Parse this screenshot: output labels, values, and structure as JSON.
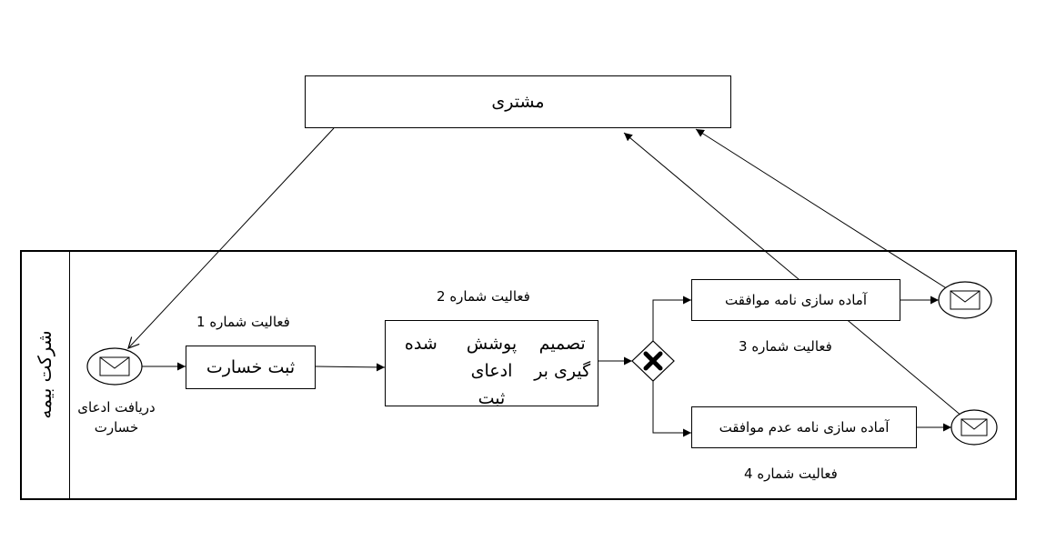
{
  "participants": {
    "customer": "مشتری",
    "insurance_company": "شرکت بیمه"
  },
  "start_event": {
    "label": "دریافت ادعای خسارت",
    "icon": "envelope-icon"
  },
  "tasks": [
    {
      "title": "فعالیت شماره 1",
      "text": "ثبت خسارت"
    },
    {
      "title": "فعالیت شماره 2",
      "text_line1": "تصمیم گیری بر",
      "text_line2": "پوشش ادعای ثبت",
      "text_line3": "شده"
    },
    {
      "title": "فعالیت شماره 3",
      "text": "آماده سازی نامه موافقت"
    },
    {
      "title": "فعالیت شماره 4",
      "text": "آماده سازی نامه عدم موافقت"
    }
  ],
  "gateway": {
    "type": "exclusive",
    "icon": "x-icon"
  },
  "end_events": [
    {
      "icon": "envelope-icon"
    },
    {
      "icon": "envelope-icon"
    }
  ]
}
